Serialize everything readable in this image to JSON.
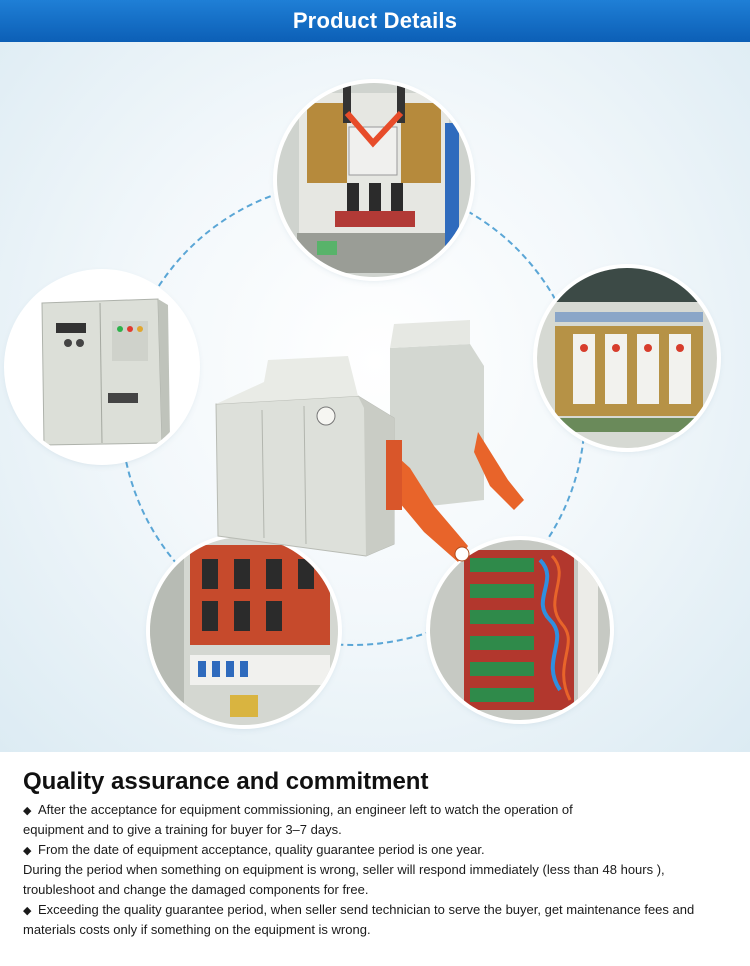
{
  "header": {
    "title": "Product Details"
  },
  "showcase": {
    "photos": [
      {
        "icon": "cabinet-top-terminals-photo"
      },
      {
        "icon": "standalone-cabinet-photo"
      },
      {
        "icon": "terminal-block-photo"
      },
      {
        "icon": "capacitor-board-photo"
      },
      {
        "icon": "circuit-boards-photo"
      },
      {
        "icon": "induction-heater-machine"
      }
    ]
  },
  "quality": {
    "heading": "Quality assurance and commitment",
    "bullet_symbol": "◆",
    "lines": [
      {
        "bullet": true,
        "text": "After the acceptance for equipment commissioning, an engineer left to watch the operation of"
      },
      {
        "bullet": false,
        "text": "equipment and to give a training for buyer for 3–7 days."
      },
      {
        "bullet": true,
        "text": "From the date of equipment acceptance, quality guarantee period is one year."
      },
      {
        "bullet": false,
        "text": "During the period when something on equipment is wrong,  seller will respond immediately (less than 48 hours ),"
      },
      {
        "bullet": false,
        "text": "troubleshoot and change the damaged components for free."
      },
      {
        "bullet": true,
        "text": "Exceeding the quality guarantee period, when seller send technician to serve the buyer, get maintenance fees and"
      },
      {
        "bullet": false,
        "text": "materials costs only if something on the equipment is wrong."
      }
    ]
  },
  "colors": {
    "header_blue": "#0c5fb6",
    "orbit_dashes": "#5aa6d6",
    "machine_body": "#d9ddd8",
    "accent_orange": "#e8642a"
  }
}
